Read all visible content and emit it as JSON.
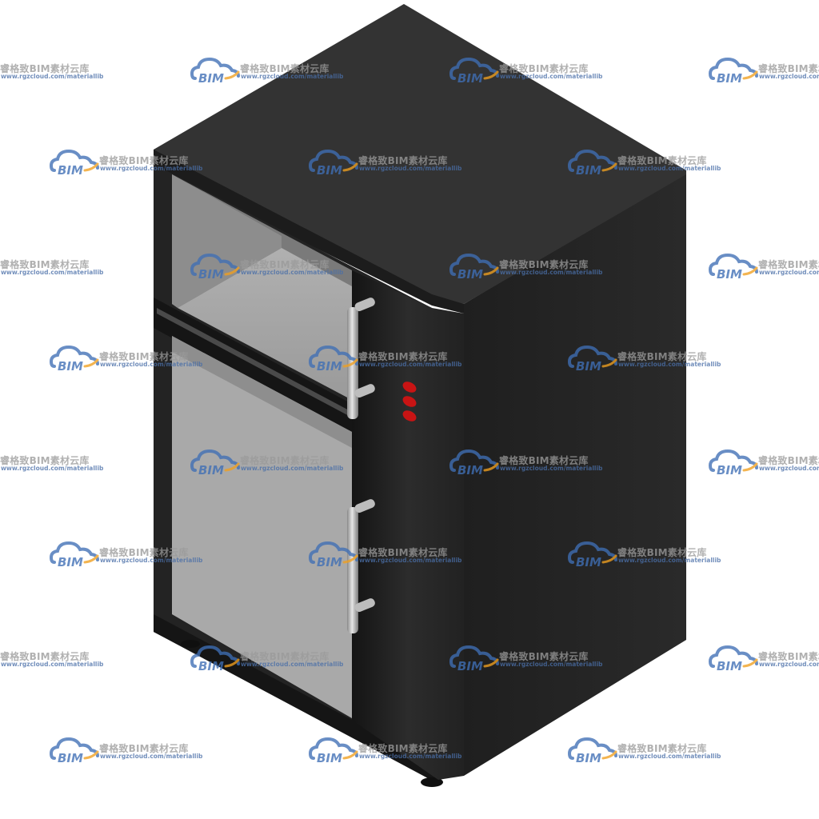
{
  "watermark": {
    "logo_text": "BIM",
    "brand_cn": "睿格致BIM素材云库",
    "url": "www.rgzcloud.com/materiallib",
    "logo_color": "#3f6fb5",
    "accent_color": "#f0a020"
  },
  "cabinet": {
    "body_color": "#262626",
    "top_color": "#333333",
    "glass_color": "#a6a6a6",
    "handle_color": "#c8c8c8",
    "indicator_color": "#c81414",
    "indicator_count": 3,
    "door_count": 2,
    "handle_icon": "bar-handle-icon"
  }
}
